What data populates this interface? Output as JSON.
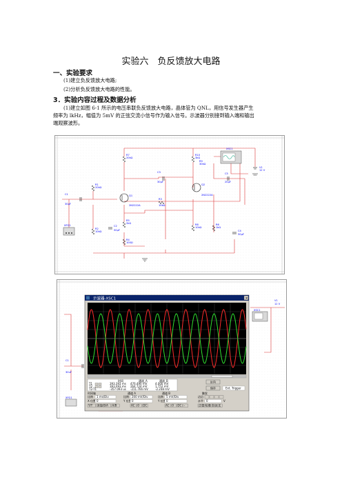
{
  "title": "实验六　负反馈放大电路",
  "section1": {
    "heading": "一、实验要求",
    "items": [
      "(1)建立负反馈放大电路;",
      "(2)分析负反馈放大电路的性能。"
    ]
  },
  "section2": {
    "heading": "3．实验内容过程及数据分析",
    "para_line1": "(1)建立如图 6-1 所示的电压串联负反馈放大电路，晶体管为 QNL，用信号发生器产生",
    "para_line2": "频率为 lkHz，幅值为 5mV 的正弦交流小信号作为输入信号。示波器分别接到输入端和输出",
    "para_line3": "端观察波形。"
  },
  "schematic": {
    "labels": {
      "r7": "R7",
      "r7v": "20kΩ",
      "r10": "R10",
      "r10v": "3kΩ",
      "r9": "R9",
      "r9v": "30kΩ",
      "r1": "R1",
      "r1v": "20kΩ",
      "r2": "R2",
      "r2v": "10kΩ",
      "r5": "R5",
      "r5v": "2kΩ",
      "r3": "R3",
      "r3v": "10kΩ",
      "r4": "R4",
      "r4v": "100Ω",
      "r8": "R8",
      "r8v": "10kΩ",
      "r6": "R6",
      "r6v": "1kΩ",
      "r6b": "R6",
      "r6bv": "10kΩ",
      "c1": "C1",
      "c1v": "30μF",
      "c2": "C2",
      "c2v": "50μF",
      "c3": "C3",
      "c3v": "30μF",
      "c4": "C4",
      "c4v": "50μF",
      "c5": "C5",
      "c5v": "20μF",
      "q1": "Q1",
      "q1t": "2N2222A",
      "q2": "Q2",
      "q2t": "2N2222A",
      "v1": "V1",
      "v1v": "12 V",
      "xsc1": "XSC1",
      "xfg1": "XFG1"
    }
  },
  "scope": {
    "window_title": "示波器-XSC1",
    "bg_v1": "V1",
    "bg_v1v": "12 V",
    "bg_c1": "C1",
    "bg_c1v": "30uF",
    "bg_xsc1": "XSC1",
    "bg_xfg1": "XFG1",
    "bg_r4": "R4",
    "bg_r4v": "100Ω",
    "readings": {
      "col_time": "时间",
      "col_a": "通道_A",
      "col_b": "通道_B",
      "t1_label": "T1",
      "t2_label": "T2",
      "t21_label": "T2-T1",
      "t1_time": "393.393 ms",
      "t1_a": "476.490 mV",
      "t1_b": "4.000 mV",
      "t2_time": "393.093 ms",
      "t2_a": "264.724 mV",
      "t2_b": "1.752 mV",
      "t21_time": "-357.093 us",
      "t21_a": "-211.766 mV",
      "t21_b": "-2.248 mV"
    },
    "buttons": {
      "reverse": "反向",
      "save": "保存",
      "ext_trigger": "Ext. Trigger"
    },
    "timebase": {
      "heading": "时间轴",
      "scale_label": "比例",
      "scale": "1 ms/Div",
      "xpos_label": "X 位置",
      "xpos": "0",
      "modes": [
        "Y/T",
        "添加",
        "B/A",
        "A/B"
      ]
    },
    "channel_a": {
      "heading": "通道 A",
      "scale_label": "比例",
      "scale": "200 mV/Div",
      "ypos_label": "Y 位置",
      "ypos": "0",
      "modes": [
        "AC",
        "0",
        "DC"
      ]
    },
    "channel_b": {
      "heading": "通道 B",
      "scale_label": "比例",
      "scale": "5 mV/Div",
      "ypos_label": "Y 位置",
      "ypos": "0",
      "modes": [
        "AC",
        "0",
        "DC",
        "-"
      ]
    },
    "trigger": {
      "heading": "触发",
      "edge_label": "边沿",
      "level_label": "水平",
      "level": "0",
      "level_unit": "V",
      "modes": [
        "正弦",
        "标准",
        "自动",
        "无"
      ]
    }
  }
}
